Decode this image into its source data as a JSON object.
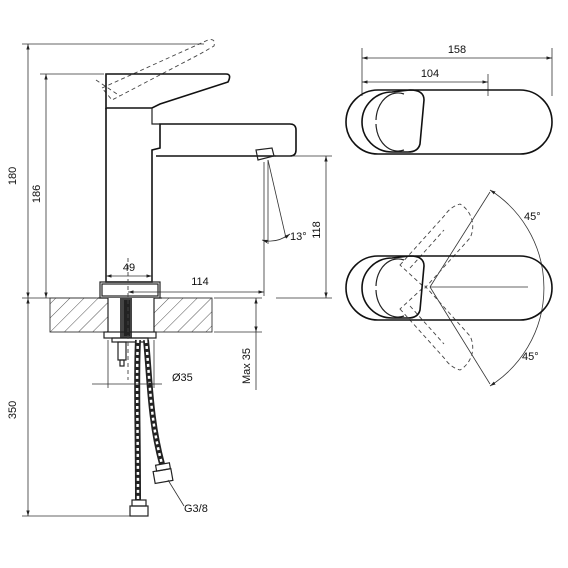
{
  "dimensions": {
    "height_total": "180",
    "height_spout": "186",
    "spout_clearance": "118",
    "base_offset": "49",
    "spout_reach": "114",
    "angle_spout": "13°",
    "top_width": "158",
    "lever_width": "104",
    "rotation_up": "45°",
    "rotation_down": "45°",
    "hole_diameter": "Ø35",
    "max_deck": "Max 35",
    "hose_length": "350",
    "thread": "G3/8"
  }
}
